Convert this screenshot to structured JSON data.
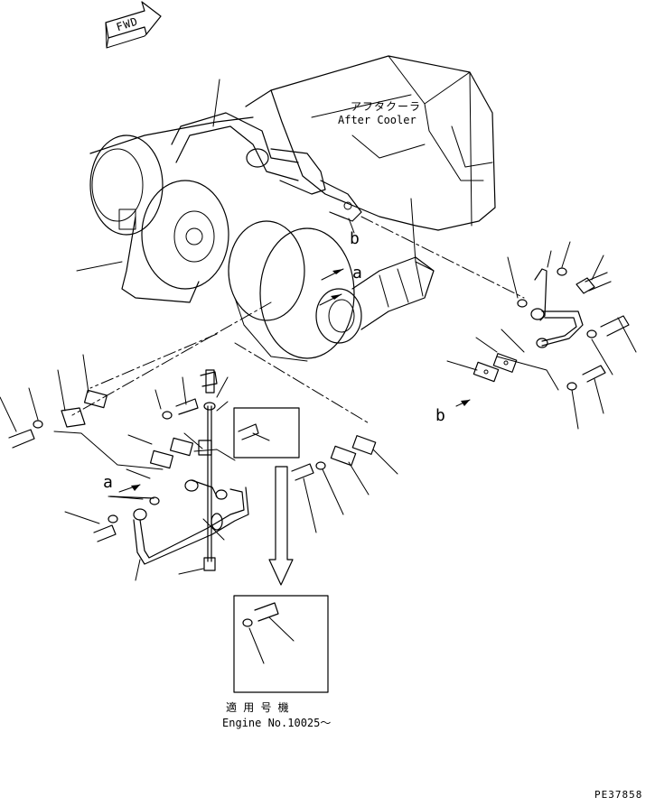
{
  "fwd_label": "FWD",
  "after_cooler": {
    "japanese": "アフタクーラ",
    "english": "After Cooler"
  },
  "callouts": {
    "a_upper": "a",
    "b_upper": "b",
    "a_lower": "a",
    "b_lower": "b"
  },
  "applicable": {
    "japanese": "適 用 号 機",
    "english": "Engine No.10025～"
  },
  "drawing_number": "PE37858"
}
